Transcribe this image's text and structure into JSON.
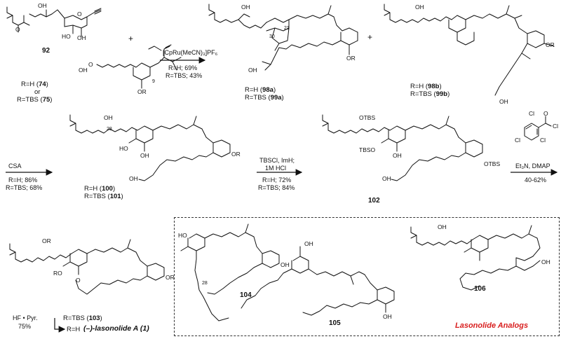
{
  "compounds": {
    "c92": "92",
    "c74_line1": "R=H (",
    "c74_num": "74",
    "c74_or": "or",
    "c75_line": "R=TBS (",
    "c75_num": "75",
    "c98_line1a": "R=H (",
    "c98_num": "98a",
    "c98_line2a": "R=TBS (",
    "c99_num": "99a",
    "c98b_line1": "R=H (",
    "c98b_num": "98b",
    "c99b_line": "R=TBS (",
    "c99b_num": "99b",
    "c100_line": "R=H (",
    "c100_num": "100",
    "c101_line": "R=TBS (",
    "c101_num": "101",
    "c102": "102",
    "c103_line": "R=TBS (",
    "c103_num": "103",
    "c_rh": "R=H",
    "lasonolide": "(–)-lasonolide A (1)",
    "c104": "104",
    "c105": "105",
    "c106": "106"
  },
  "conditions": {
    "step1_reagent": "[CpRu(MeCN)₃]PF₆",
    "step1_y1": "R=H; 69%",
    "step1_y2": "R=TBS; 43%",
    "step2_reagent": "CSA",
    "step2_y1": "R=H; 86%",
    "step2_y2": "R=TBS; 68%",
    "step3_line1": "TBSCl, ImH;",
    "step3_line2": "1M HCl",
    "step3_y1": "R=H; 72%",
    "step3_y2": "R=TBS; 84%",
    "step4_line1": "Et₃N, DMAP",
    "step4_y": "40-62%",
    "step5_line1": "HF • Pyr.",
    "step5_y": "75%"
  },
  "analogs_title": "Lasonolide Analogs",
  "atoms": {
    "OH": "OH",
    "O": "O",
    "HO": "HO",
    "OR": "OR",
    "RO": "RO",
    "R": "R",
    "OTBS": "OTBS",
    "TBSO": "TBSO",
    "Cl": "Cl",
    "n30": "30",
    "n21": "21",
    "n9": "9",
    "n28": "28"
  },
  "plus": "+"
}
